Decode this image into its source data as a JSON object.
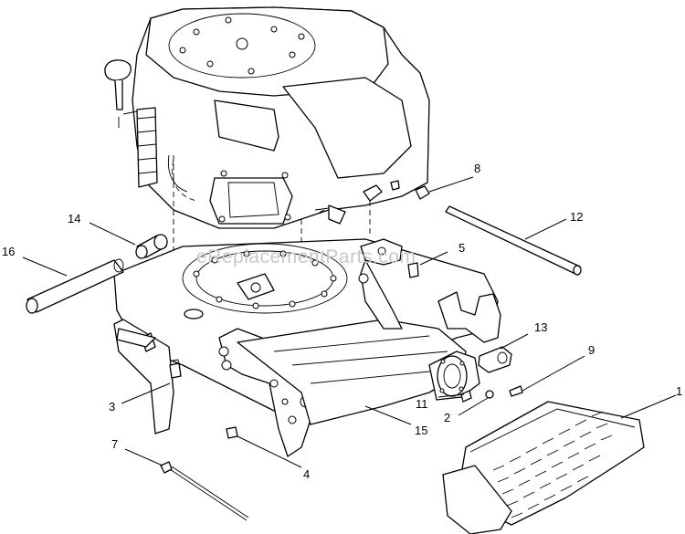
{
  "watermark": "eReplacementParts.com",
  "callouts": [
    {
      "id": "c1",
      "text": "1"
    },
    {
      "id": "c2",
      "text": "2"
    },
    {
      "id": "c3",
      "text": "3"
    },
    {
      "id": "c4",
      "text": "4"
    },
    {
      "id": "c5",
      "text": "5"
    },
    {
      "id": "c7",
      "text": "7"
    },
    {
      "id": "c8",
      "text": "8"
    },
    {
      "id": "c9",
      "text": "9"
    },
    {
      "id": "c11",
      "text": "11"
    },
    {
      "id": "c12",
      "text": "12"
    },
    {
      "id": "c13",
      "text": "13"
    },
    {
      "id": "c14",
      "text": "14"
    },
    {
      "id": "c15",
      "text": "15"
    },
    {
      "id": "c16",
      "text": "16"
    }
  ]
}
